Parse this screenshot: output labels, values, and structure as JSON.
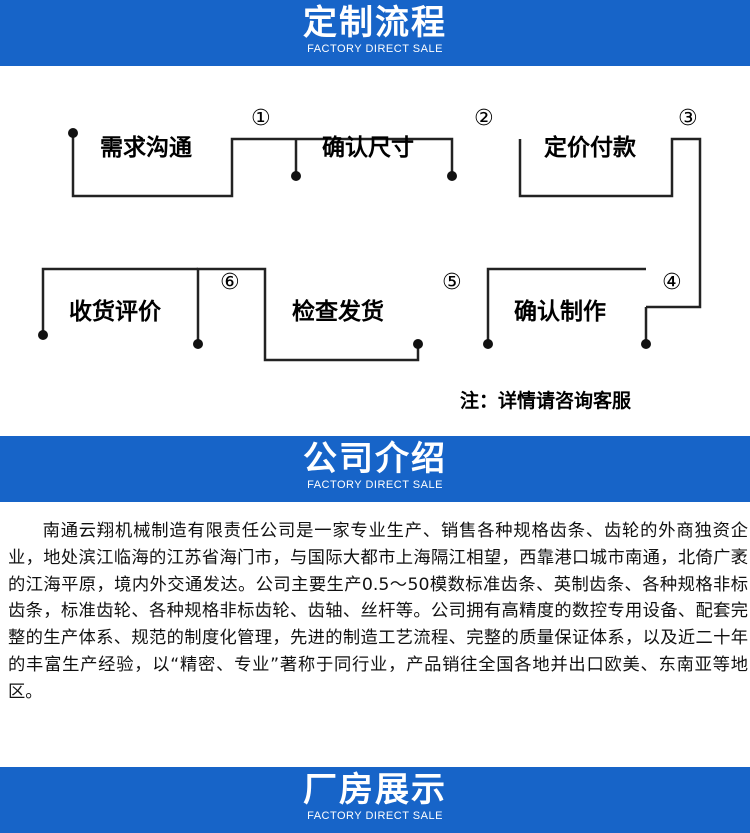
{
  "sections": [
    {
      "title": "定制流程",
      "subtitle": "FACTORY DIRECT SALE"
    },
    {
      "title": "公司介绍",
      "subtitle": "FACTORY DIRECT SALE"
    },
    {
      "title": "厂房展示",
      "subtitle": "FACTORY DIRECT SALE"
    }
  ],
  "steps": [
    {
      "num": "①",
      "label": "需求沟通"
    },
    {
      "num": "②",
      "label": "确认尺寸"
    },
    {
      "num": "③",
      "label": "定价付款"
    },
    {
      "num": "④",
      "label": "确认制作"
    },
    {
      "num": "⑤",
      "label": "检查发货"
    },
    {
      "num": "⑥",
      "label": "收货评价"
    }
  ],
  "note": "注：详情请咨询客服",
  "intro": "南通云翔机械制造有限责任公司是一家专业生产、销售各种规格齿条、齿轮的外商独资企业，地处滨江临海的江苏省海门市，与国际大都市上海隔江相望，西靠港口城市南通，北倚广袤的江海平原，境内外交通发达。公司主要生产0.5～50模数标准齿条、英制齿条、各种规格非标齿条，标准齿轮、各种规格非标齿轮、齿轴、丝杆等。公司拥有高精度的数控专用设备、配套完整的生产体系、规范的制度化管理，先进的制造工艺流程、完整的质量保证体系，以及近二十年的丰富生产经验，以“精密、专业”著称于同行业，产品销往全国各地并出口欧美、东南亚等地区。"
}
